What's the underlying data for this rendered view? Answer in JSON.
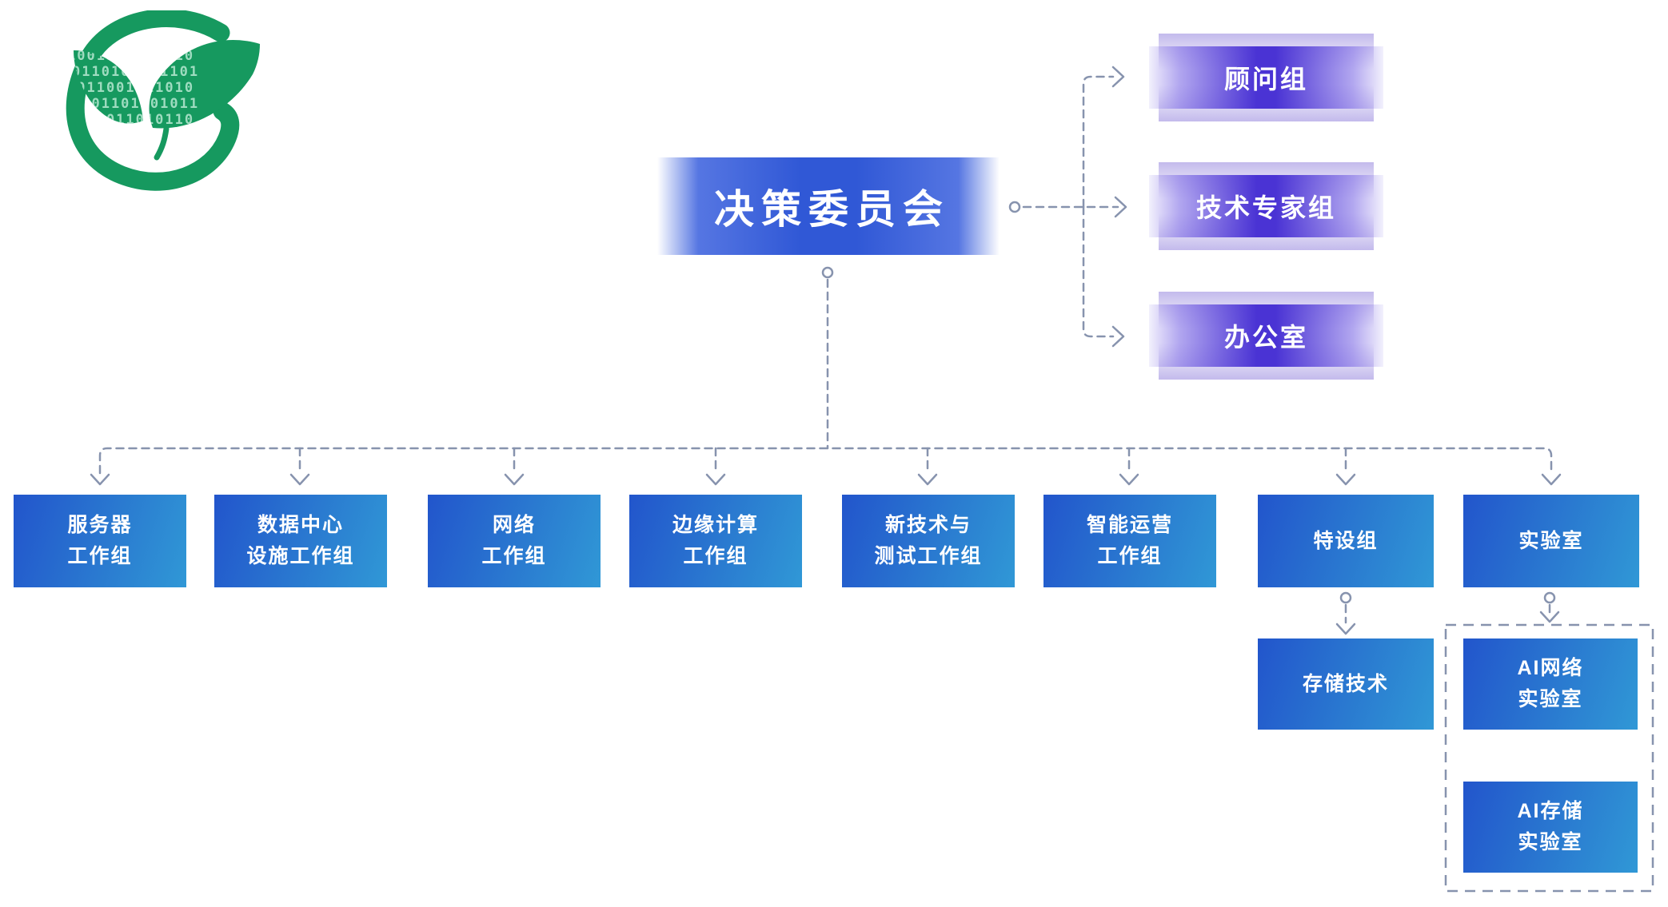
{
  "colors": {
    "root-blue": "#3058d6",
    "wg-blue-dark": "#2255cc",
    "wg-blue-mid": "#2a7ad0",
    "wg-blue-light": "#3098d6",
    "adv-purple-dark": "#4a33d4",
    "adv-purple-light": "#c3baec",
    "connector": "#8793ae",
    "logo-green": "#16995f"
  },
  "logo": {
    "binary_rows": [
      "1001101011010",
      "0110100101101",
      "1011001011010",
      "0101101001011",
      "1010011010110"
    ]
  },
  "root": {
    "label": "决策委员会"
  },
  "advisory_groups": [
    {
      "label": "顾问组"
    },
    {
      "label": "技术专家组"
    },
    {
      "label": "办公室"
    }
  ],
  "working_groups": [
    {
      "lines": [
        "服务器",
        "工作组"
      ]
    },
    {
      "lines": [
        "数据中心",
        "设施工作组"
      ]
    },
    {
      "lines": [
        "网络",
        "工作组"
      ]
    },
    {
      "lines": [
        "边缘计算",
        "工作组"
      ]
    },
    {
      "lines": [
        "新技术与",
        "测试工作组"
      ]
    },
    {
      "lines": [
        "智能运营",
        "工作组"
      ]
    },
    {
      "lines": [
        "特设组"
      ]
    },
    {
      "lines": [
        "实验室"
      ]
    }
  ],
  "sub_nodes": {
    "storage_tech": {
      "lines": [
        "存储技术"
      ]
    },
    "ai_network_lab": {
      "lines": [
        "AI网络",
        "实验室"
      ]
    },
    "ai_storage_lab": {
      "lines": [
        "AI存储",
        "实验室"
      ]
    }
  }
}
